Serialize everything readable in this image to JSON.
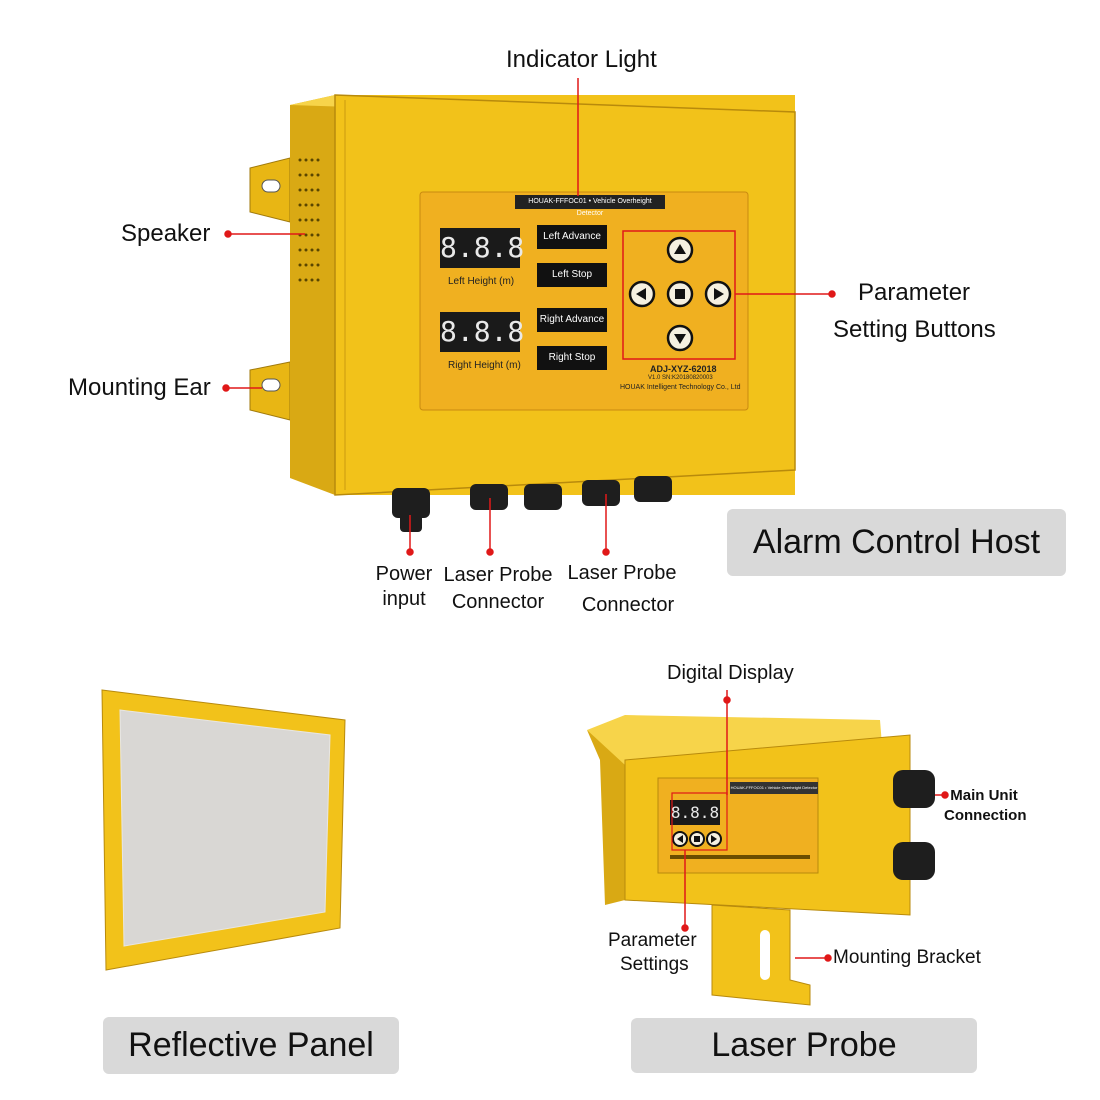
{
  "host": {
    "panel_header": "HOUAK-FFFOC01 • Vehicle Overheight Detector",
    "left_display": "8.8.8",
    "right_display": "8.8.8",
    "left_height_label": "Left Height (m)",
    "right_height_label": "Right Height (m)",
    "buttons": [
      "Left Advance",
      "Left Stop",
      "Right Advance",
      "Right Stop"
    ],
    "model": "ADJ-XYZ-62018",
    "version_line": "V1.0   SN:K20180820003",
    "company": "HOUAK Intelligent Technology Co., Ltd"
  },
  "labels": {
    "indicator_light": "Indicator Light",
    "speaker": "Speaker",
    "mounting_ear": "Mounting Ear",
    "parameter_line1": "Parameter",
    "parameter_line2": "Setting Buttons",
    "power_line1": "Power",
    "power_line2": "input",
    "laser_probe_connector_1_line1": "Laser Probe",
    "laser_probe_connector_1_line2": "Connector",
    "laser_probe_connector_2_line1": "Laser Probe",
    "laser_probe_connector_2_line2": "Connector",
    "digital_display": "Digital Display",
    "main_unit_line1": "Main Unit",
    "main_unit_line2": "Connection",
    "parameter_settings_line1": "Parameter",
    "parameter_settings_line2": "Settings",
    "mounting_bracket": "Mounting Bracket"
  },
  "captions": {
    "alarm_control_host": "Alarm Control Host",
    "reflective_panel": "Reflective Panel",
    "laser_probe": "Laser Probe"
  },
  "probe": {
    "display": "8.8.8",
    "header": "HOUAK-FFFOC01 • Vehicle Overheight Detector"
  },
  "colors": {
    "enclosure_yellow": "#f2c21a",
    "panel_orange": "#f0b020",
    "pointer_red": "#e01818",
    "caption_gray": "#d9d9d9"
  }
}
